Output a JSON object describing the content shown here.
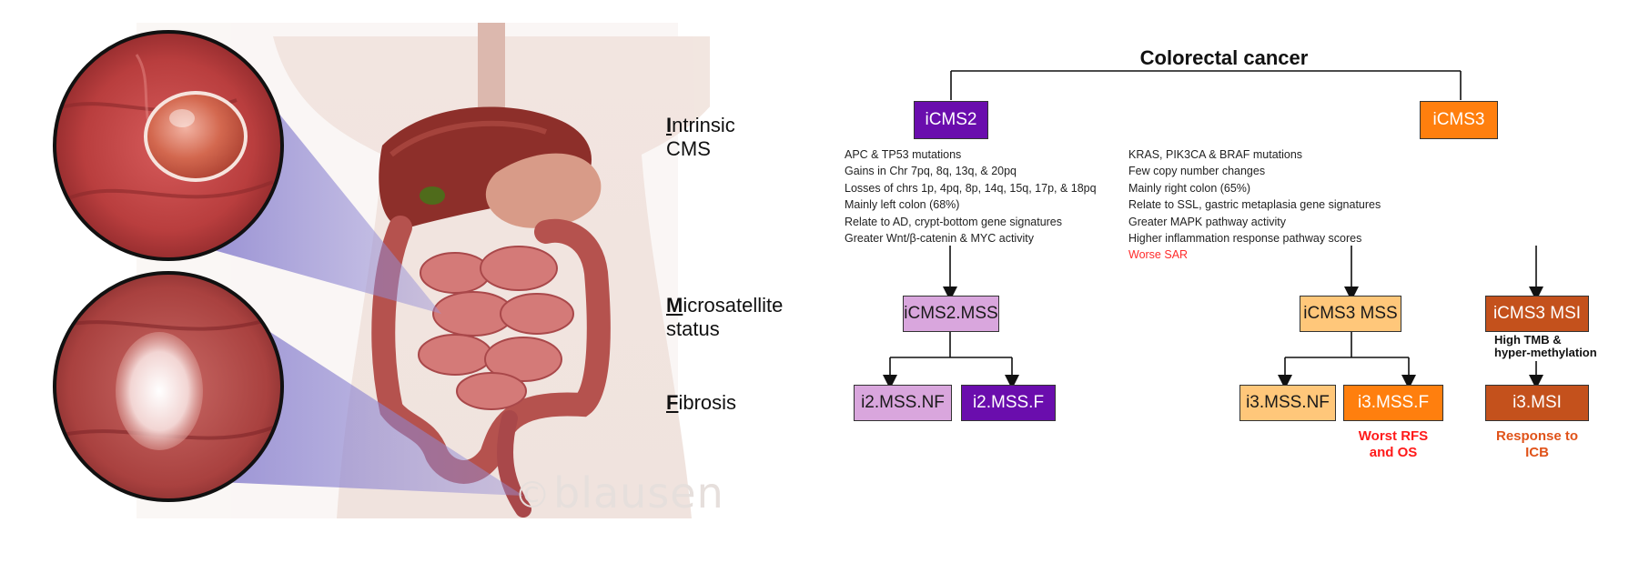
{
  "illustration": {
    "watermark": "blausen"
  },
  "flowchart": {
    "title": "Colorectal cancer",
    "row_labels": {
      "cms": {
        "initial": "I",
        "rest_line1": "ntrinsic",
        "line2": "CMS"
      },
      "msi": {
        "initial": "M",
        "rest_line1": "icrosatellite",
        "line2": "status"
      },
      "fibrosis": {
        "initial": "F",
        "rest_line1": "ibrosis",
        "line2": ""
      }
    },
    "nodes": {
      "icms2": "iCMS2",
      "icms3": "iCMS3",
      "icms2_mss": "iCMS2.MSS",
      "icms3_mss": "iCMS3 MSS",
      "icms3_msi": "iCMS3 MSI",
      "i2_mss_nf": "i2.MSS.NF",
      "i2_mss_f": "i2.MSS.F",
      "i3_mss_nf": "i3.MSS.NF",
      "i3_mss_f": "i3.MSS.F",
      "i3_msi": "i3.MSI"
    },
    "icms2_features": [
      "APC & TP53 mutations",
      "Gains in Chr 7pq, 8q, 13q, & 20pq",
      "Losses of chrs 1p, 4pq, 8p, 14q, 15q, 17p, & 18pq",
      "Mainly left colon (68%)",
      "Relate to AD, crypt-bottom gene signatures",
      "Greater Wnt/β-catenin & MYC activity"
    ],
    "icms3_features": [
      "KRAS, PIK3CA & BRAF mutations",
      "Few copy number changes",
      "Mainly right colon (65%)",
      "Relate to SSL, gastric metaplasia gene signatures",
      "Greater MAPK pathway activity",
      "Higher inflammation response pathway scores"
    ],
    "icms3_note": "Worse SAR",
    "msi_annotation": {
      "line1": "High TMB &",
      "line2": "hyper-methylation"
    },
    "outcomes": {
      "mss_f": {
        "line1": "Worst RFS",
        "line2": "and OS"
      },
      "msi": {
        "line1": "Response to",
        "line2": "ICB"
      }
    },
    "colors": {
      "icms2": "#6a0dad",
      "icms3": "#ff7f0e",
      "icms2_mss": "#d9a6dd",
      "icms3_mss": "#ffc77a",
      "icms3_msi": "#c4511c",
      "i2_mss_nf": "#d9a6dd",
      "i2_mss_f": "#6a0dad",
      "i3_mss_nf": "#ffc77a",
      "i3_mss_f": "#ff7f0e",
      "i3_msi": "#c4511c",
      "outcome_red": "#ff1a1a",
      "outcome_orange": "#e0531a"
    }
  }
}
